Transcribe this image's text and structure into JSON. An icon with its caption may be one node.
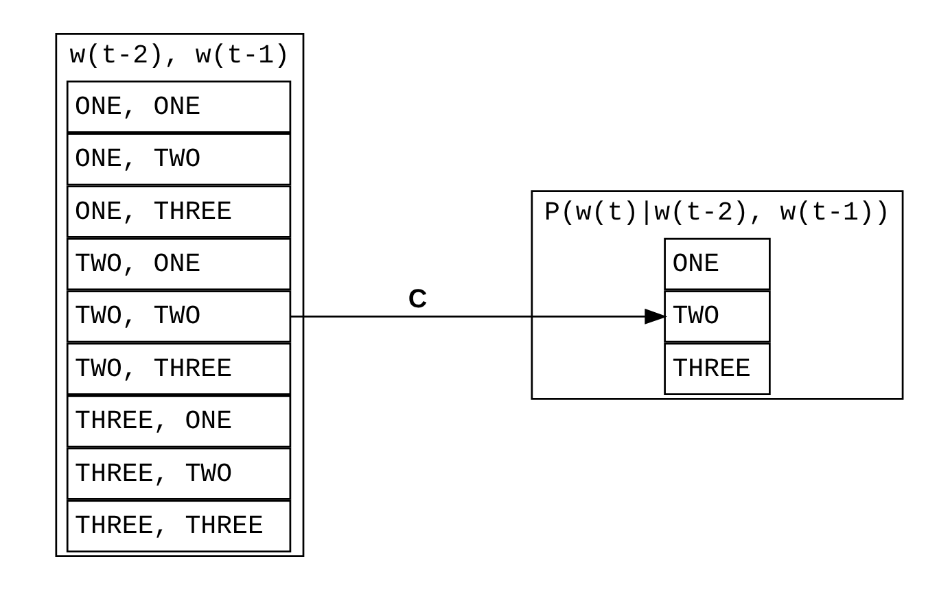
{
  "diagram": {
    "nodes": [
      {
        "text": [
          "w(t-2), w(t-1)"
        ]
      },
      {
        "text": [
          "ONE, ONE"
        ],
        "in": 0
      },
      {
        "text": [
          "ONE, TWO"
        ],
        "in": 0
      },
      {
        "text": [
          "ONE, THREE"
        ],
        "in": 0
      },
      {
        "text": [
          "TWO, ONE"
        ],
        "in": 0
      },
      {
        "text": [
          "TWO, TWO"
        ],
        "in": 0
      },
      {
        "text": [
          "TWO, THREE"
        ],
        "in": 0
      },
      {
        "text": [
          "THREE, ONE"
        ],
        "in": 0
      },
      {
        "text": [
          "THREE, TWO"
        ],
        "in": 0
      },
      {
        "text": [
          "THREE, THREE"
        ],
        "in": 0
      },
      {
        "text": [
          "P(w(t)|w(t-2), w(t-1))"
        ]
      },
      {
        "text": [
          "ONE"
        ],
        "in": 10
      },
      {
        "text": [
          "TWO"
        ],
        "in": 10
      },
      {
        "text": [
          "THREE"
        ],
        "in": 10
      }
    ],
    "edges": [
      {
        "from": 5,
        "to": 12,
        "arrow": "to",
        "label": "C"
      }
    ]
  }
}
